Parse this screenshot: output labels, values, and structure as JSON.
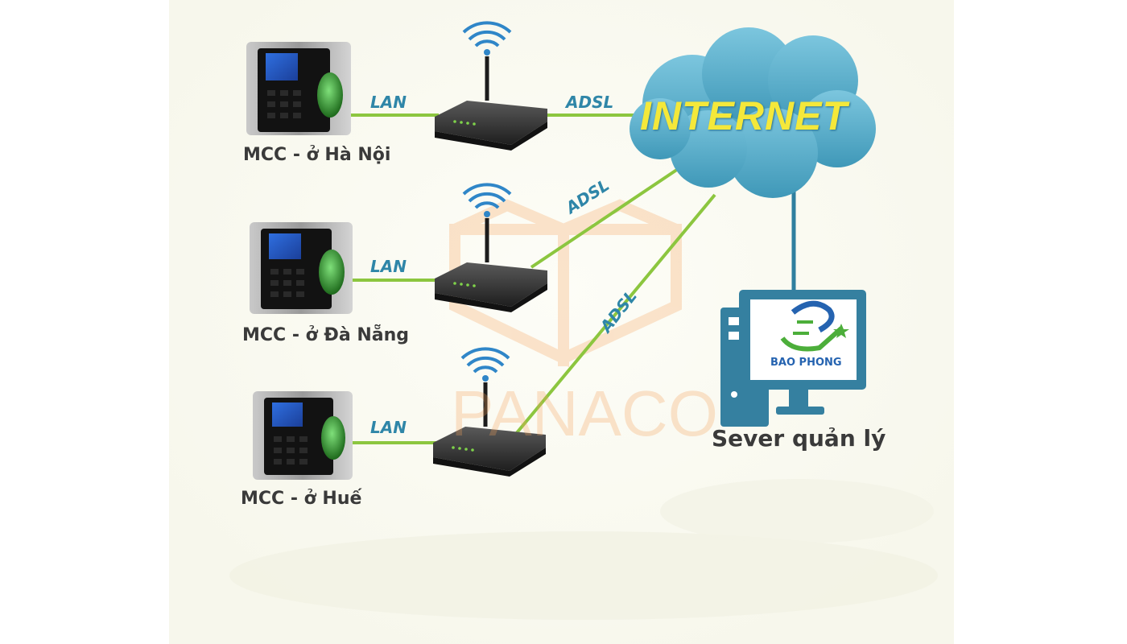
{
  "devices": [
    {
      "label": "MCC - ở Hà Nội",
      "uplink": "LAN"
    },
    {
      "label": "MCC - ở Đà Nẵng",
      "uplink": "LAN"
    },
    {
      "label": "MCC - ở Huế",
      "uplink": "LAN"
    }
  ],
  "links": [
    {
      "label": "ADSL"
    },
    {
      "label": "ADSL"
    },
    {
      "label": "ADSL"
    }
  ],
  "cloud": {
    "label": "INTERNET"
  },
  "server": {
    "label": "Sever quản lý",
    "logo_text": "BAO PHONG"
  },
  "watermark": {
    "text": "PANACO"
  },
  "colors": {
    "line": "#8cc63f",
    "server_link": "#2f7f9f",
    "cloud": "#5fb3cf",
    "internet_text": "#f4e83a",
    "link_label": "#2f86a8",
    "server_body": "#3580a0"
  }
}
